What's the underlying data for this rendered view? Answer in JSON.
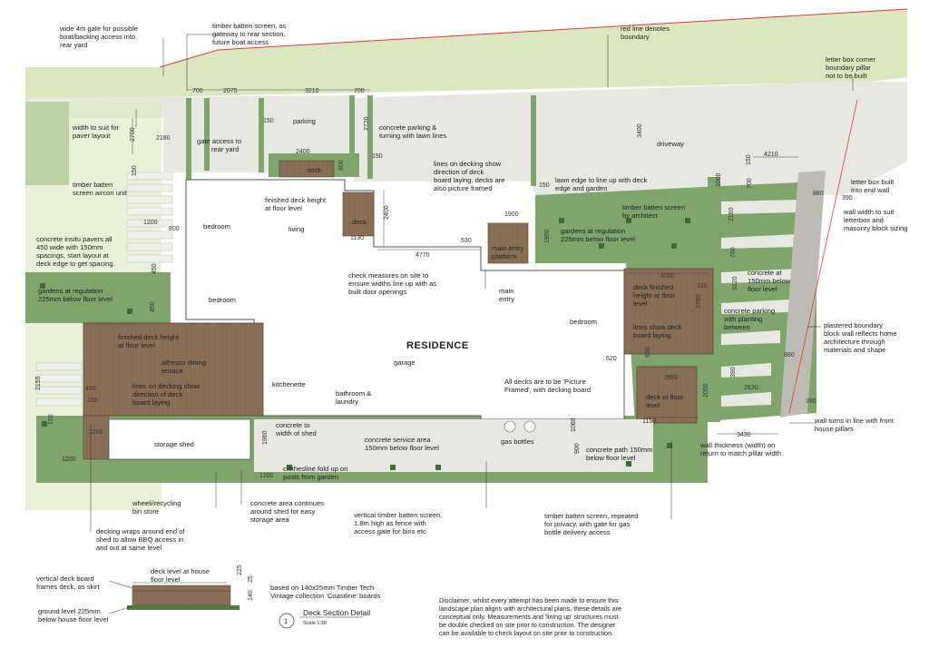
{
  "labels": {
    "gate_note": [
      "wide 4m gate for possible",
      "boat/backing access into",
      "rear yard"
    ],
    "batten_screen_top": [
      "timber batten screen, as",
      "gateway to rear section,",
      "future boat access"
    ],
    "red_line": [
      "red line denotes",
      "boundary"
    ],
    "letterbox_pillar": [
      "letter box corner",
      "boundary pillar",
      "not to be built"
    ],
    "width_paver": [
      "width to suit for",
      "paver layout"
    ],
    "parking": "parking",
    "gate_rear": [
      "gate access to",
      "rear yard"
    ],
    "concrete_parking": [
      "concrete parking &",
      "turning with lawn lines"
    ],
    "driveway": "driveway",
    "batten_aircon": [
      "timber batten",
      "screen aircon unit"
    ],
    "deck_small": "deck",
    "deck_side": "deck",
    "lines_decking": [
      "lines on decking show",
      "direction of deck",
      "board laying, decks are",
      "also picture framed"
    ],
    "lawn_edge": [
      "lawn edge to line up with deck",
      "edge and garden"
    ],
    "letterbox_built": [
      "letter box built",
      "into end wall"
    ],
    "finished_deck_living": [
      "finished deck height",
      "at floor level"
    ],
    "living": "living",
    "bedroom_tl": "bedroom",
    "batten_architect": [
      "timber batten screen",
      "by architect"
    ],
    "wall_width": [
      "wall width to suit",
      "letterbox and",
      "masonry block sizing"
    ],
    "concrete_pavers": [
      "concrete insitu pavers all",
      "450 wide with 150mm",
      "spacings, start layout at",
      "deck edge to get spacing."
    ],
    "main_entry_platform": [
      "main entry",
      "platform"
    ],
    "gardens_right": [
      "gardens at regulation",
      "225mm below floor level"
    ],
    "check_measures": [
      "check measures on site to",
      "ensure widths line up with as",
      "built door openings"
    ],
    "deck_finished_right": [
      "deck finished",
      "height at floor",
      "level"
    ],
    "concrete_150_right": [
      "concrete at",
      "150mm below",
      "floor level"
    ],
    "gardens_left": [
      "gardens at regulation",
      "225mm below floor level"
    ],
    "bedroom_l": "bedroom",
    "main_entry": [
      "main",
      "entry"
    ],
    "bedroom_r": "bedroom",
    "lines_show_deck": [
      "lines show deck",
      "board laying"
    ],
    "concrete_parking_plant": [
      "concrete parking",
      "with planting",
      "between"
    ],
    "plastered_wall": [
      "plastered boundary",
      "block wall reflects home",
      "architecture through",
      "materials and shape"
    ],
    "finished_deck_alfresco": [
      "finished deck height",
      "at floor level"
    ],
    "alfresco": [
      "alfresco dining",
      "terrace"
    ],
    "residence": "RESIDENCE",
    "garage": "garage",
    "lines_alfresco": [
      "lines on decking show",
      "direction of deck",
      "board laying"
    ],
    "kitchenette": "kitchenette",
    "bathroom": [
      "bathroom &",
      "laundry"
    ],
    "picture_framed": [
      "All decks are to be 'Picture",
      "Framed', with decking board"
    ],
    "deck_floor": [
      "deck at floor",
      "level"
    ],
    "wall_turns": [
      "wall turns in line with front",
      "house pillars"
    ],
    "concrete_shed": [
      "concrete to",
      "width of shed"
    ],
    "storage_shed": "storage shed",
    "concrete_service": [
      "concrete service area",
      "150mm below floor level"
    ],
    "gas_bottles": "gas bottles",
    "concrete_path": [
      "concrete path 150mm",
      "below floor level"
    ],
    "wall_thickness": [
      "wall thickness (width) on",
      "return to match pillar width"
    ],
    "clothesline": [
      "clothesline fold up on",
      "posts from garden"
    ],
    "wheelie": [
      "wheeli/recycling",
      "bin store"
    ],
    "concrete_area": [
      "concrete area continues",
      "around shed for easy",
      "storage area"
    ],
    "vertical_batten": [
      "vertical timber batten screen,",
      "1.8m high as fence with",
      "access gate for bins etc"
    ],
    "batten_repeated": [
      "timber batten screen, repeated",
      "for privacy, with gate for gas",
      "bottle delivery access"
    ],
    "decking_wraps": [
      "decking wraps around end of",
      "shed to allow BBQ access in",
      "and out at same level"
    ]
  },
  "dimensions": {
    "d700a": "700",
    "d2075": "2075",
    "d3210": "3210",
    "d700b": "700",
    "d2700": "2700",
    "d2180": "2180",
    "d150a": "150",
    "d2720": "2720",
    "d2400a": "2400",
    "d900a": "900",
    "d150b": "150",
    "d3400": "3400",
    "d4210": "4210",
    "d150c": "150",
    "d150d": "150",
    "d1200a": "1200",
    "d800": "800",
    "d1130": "1130",
    "d2400b": "2400",
    "d1900a": "1900",
    "d150e": "150",
    "d1000": "1000",
    "d700c": "700",
    "d880a": "880",
    "d390a": "390",
    "d4770": "4770",
    "d530": "530",
    "d1900b": "1900",
    "d2160": "2160",
    "d700d": "700",
    "d450a": "450",
    "d4000": "4000",
    "d330": "330",
    "d3120": "3120",
    "d3750": "3750",
    "d450b": "450",
    "d620": "620",
    "d930": "930",
    "d880b": "880",
    "d2690": "2690",
    "d390b": "390",
    "d2630": "2630",
    "d450c": "450",
    "d150f": "150",
    "d2050": "2050",
    "d390c": "390",
    "d2155": "2155",
    "d150g": "150",
    "d1200b": "1200",
    "d1150": "1150",
    "d3430": "3430",
    "d1960": "1960",
    "d1060": "1060",
    "d900b": "900",
    "d1200c": "1200",
    "d1200d": "1200"
  },
  "section": {
    "vertical_board": [
      "vertical deck board",
      "frames deck, as skirt"
    ],
    "deck_level": [
      "deck level at house",
      "floor level"
    ],
    "d225": "225",
    "d25": "25",
    "d140": "140",
    "based_on": [
      "based on 140x25mm Timber Tech",
      "Vintage collection 'Coastline' boards"
    ],
    "ground_level": [
      "ground level 225mm",
      "below house floor level"
    ],
    "number": "1",
    "title": "Deck Section Detail",
    "scale": "Scale 1:20"
  },
  "disclaimer": [
    "Disclaimer, whilst every attempt has been made to ensure this",
    "landscape plan aligns with architectural plans, these details are",
    "conceptual only. Measurements and 'lining up' structures must",
    "be double checked on site prior to construction. The designer",
    "can be available to check layout on site prior to construction."
  ],
  "colors": {
    "lawn": "#dbe8bf",
    "garden": "#7fa56d",
    "garden_dark": "#5f8a52",
    "concrete": "#e8e8e2",
    "deck": "#8a6f57",
    "deck_dark": "#6e5642",
    "boundary": "#e23a3a",
    "wall": "#bcbcb4"
  }
}
